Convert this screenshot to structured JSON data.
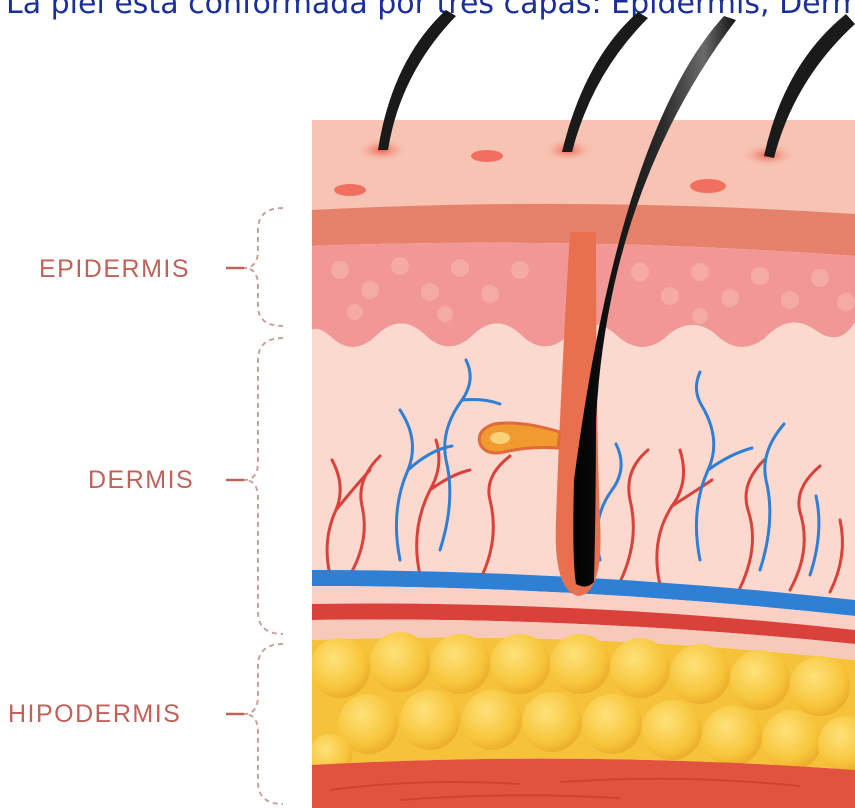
{
  "caption": "La piel está conformada por tres capas: Epidermis, Derm",
  "layers": {
    "epidermis": "EPIDERMIS",
    "dermis": "DERMIS",
    "hipodermis": "HIPODERMIS"
  },
  "colors": {
    "caption": "#1a2f9a",
    "label": "#c0625a",
    "bracket": "#c8a39c",
    "skin_surface": "#f7c3b3",
    "epidermis": "#f19896",
    "dermis": "#fbd9cf",
    "vein": "#2f7fd4",
    "artery": "#d9413a",
    "fat": "#f6c23a",
    "muscle": "#e2533f",
    "hair": "#1a1a1a"
  }
}
